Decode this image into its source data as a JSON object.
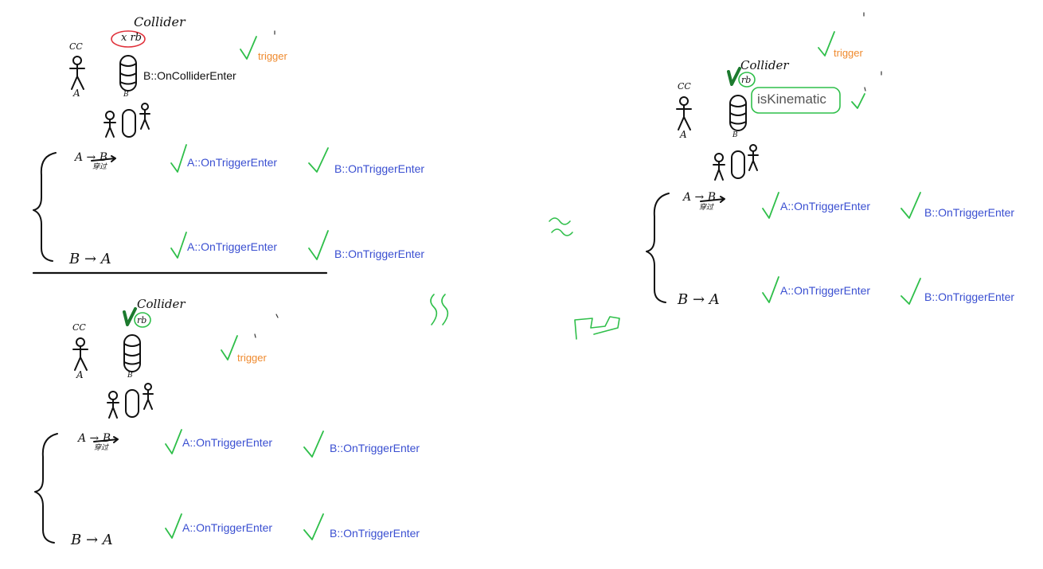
{
  "colors": {
    "ink": "#111111",
    "check": "#2fbf4a",
    "event_text": "#3a4fd1",
    "trigger_text": "#ef8a2e",
    "mark_red": "#e0303a",
    "mark_green": "#2fbf4a"
  },
  "panel_top_left": {
    "collider_title": "Collider",
    "cc_label": "CC",
    "rb_label": "x rb",
    "a_label": "A",
    "b_label": "B",
    "enter_event": "B::OnColliderEnter",
    "trigger_label": "trigger",
    "row1_label": "A → B",
    "row1_sub": "穿过",
    "row1_a": "A::OnTriggerEnter",
    "row1_b": "B::OnTriggerEnter",
    "row2_label": "B → A",
    "row2_a": "A::OnTriggerEnter",
    "row2_b": "B::OnTriggerEnter"
  },
  "panel_bottom_left": {
    "collider_title": "Collider",
    "cc_label": "CC",
    "rb_label": "rb",
    "a_label": "A",
    "b_label": "B",
    "trigger_label": "trigger",
    "row1_label": "A → B",
    "row1_sub": "穿过",
    "row1_a": "A::OnTriggerEnter",
    "row1_b": "B::OnTriggerEnter",
    "row2_label": "B → A",
    "row2_a": "A::OnTriggerEnter",
    "row2_b": "B::OnTriggerEnter"
  },
  "panel_right": {
    "collider_title": "Collider",
    "cc_label": "CC",
    "rb_label": "rb",
    "a_label": "A",
    "b_label": "B",
    "trigger_label": "trigger",
    "kinematic_label": "isKinematic",
    "row1_label": "A → B",
    "row1_sub": "穿过",
    "row1_a": "A::OnTriggerEnter",
    "row1_b": "B::OnTriggerEnter",
    "row2_label": "B → A",
    "row2_a": "A::OnTriggerEnter",
    "row2_b": "B::OnTriggerEnter"
  }
}
